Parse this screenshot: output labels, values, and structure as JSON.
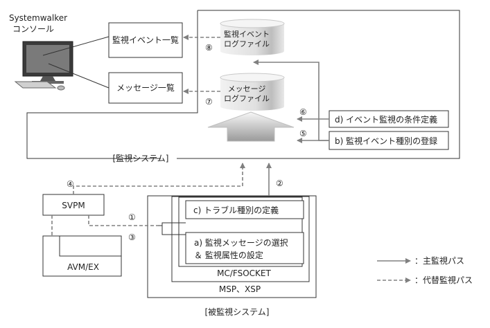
{
  "console": {
    "line1": "Systemwalker",
    "line2": "コンソール"
  },
  "monitored_event_list": "監視イベント一覧",
  "message_list": "メッセージ一覧",
  "event_log": {
    "line1": "監視イベント",
    "line2": "ログファイル"
  },
  "message_log": {
    "line1": "メッセージ",
    "line2": "ログファイル"
  },
  "box_d": "d) イベント監視の条件定義",
  "box_b": "b) 監視イベント種別の登録",
  "box_c": "c) トラブル種別の定義",
  "box_a": {
    "line1": "a) 監視メッセージの選択",
    "line2": "＆ 監視属性の設定"
  },
  "monitoring_system": "[監視システム]",
  "monitored_system": "[被監視システム]",
  "svpm": "SVPM",
  "avm_ex": "AVM/EX",
  "mc_fsocket": "MC/FSOCKET",
  "msp_xsp": "MSP、XSP",
  "markers": {
    "m1": "①",
    "m2": "②",
    "m3": "③",
    "m4": "④",
    "m5": "⑤",
    "m6": "⑥",
    "m7": "⑦",
    "m8": "⑧"
  },
  "legend": {
    "main_path": "：主監視パス",
    "alt_path": "：代替監視パス"
  },
  "colors": {
    "arrow": "#808080",
    "border": "#333333",
    "cylinder_body": "#e6e6e6",
    "cylinder_top": "#f4f4f4"
  }
}
